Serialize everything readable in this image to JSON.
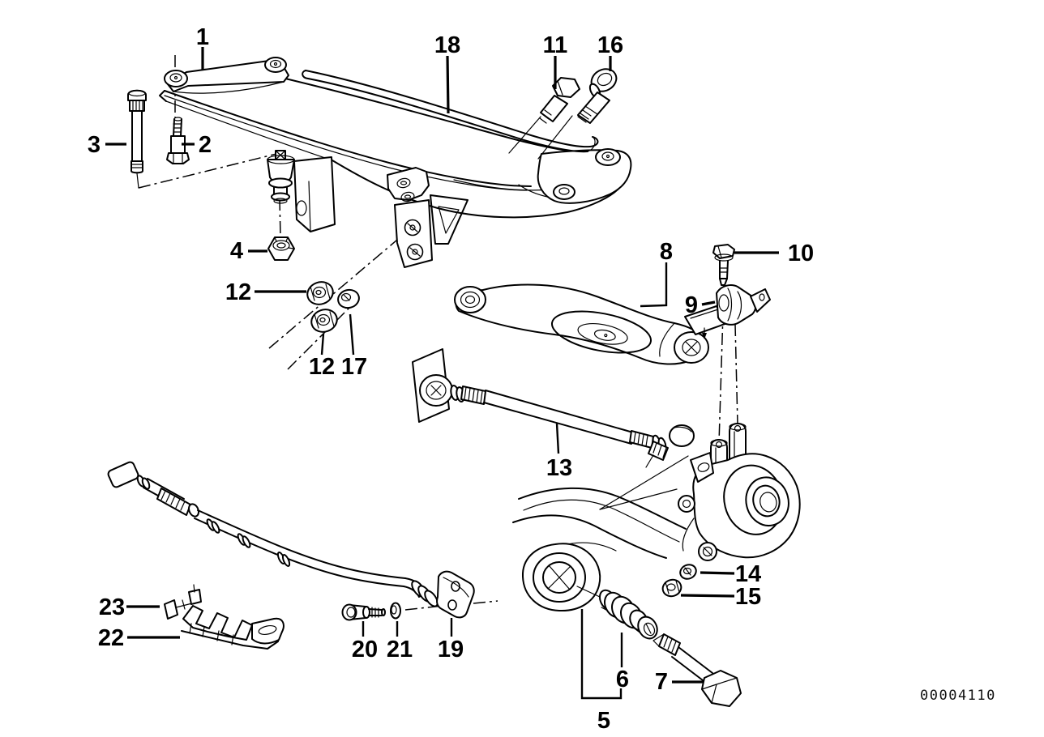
{
  "drawing": {
    "watermark": "00004110",
    "description": "Rear axle carrier and wheel suspension exploded parts diagram"
  },
  "callouts": {
    "c1": "1",
    "c2": "2",
    "c3": "3",
    "c4": "4",
    "c5": "5",
    "c6": "6",
    "c7": "7",
    "c8": "8",
    "c9": "9",
    "c10": "10",
    "c11": "11",
    "c12a": "12",
    "c12b": "12",
    "c13": "13",
    "c14": "14",
    "c15": "15",
    "c16": "16",
    "c17": "17",
    "c18": "18",
    "c19": "19",
    "c20": "20",
    "c21": "21",
    "c22": "22",
    "c23": "23"
  },
  "colors": {
    "ink": "#000000",
    "background": "#ffffff",
    "watermark": "#111111"
  }
}
